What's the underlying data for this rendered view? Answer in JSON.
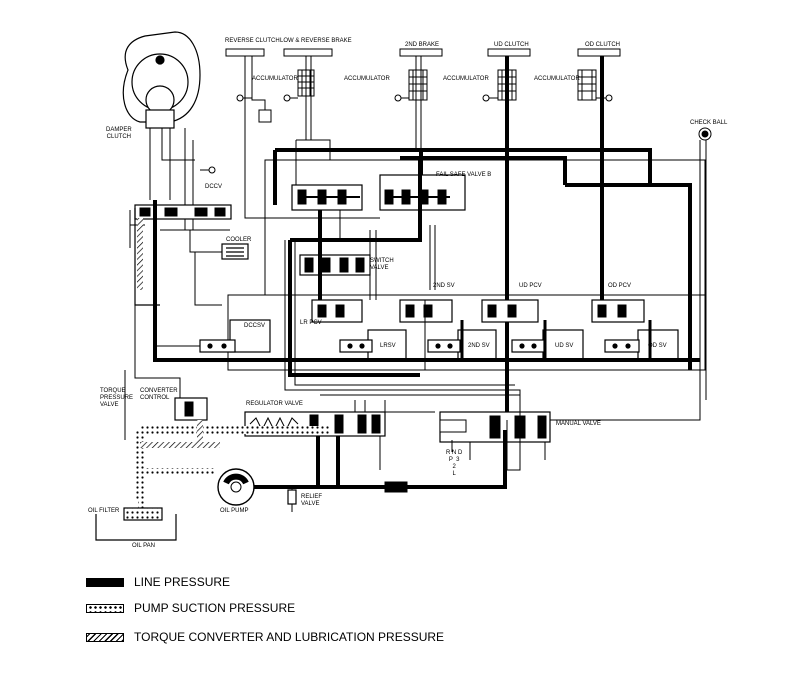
{
  "labels": {
    "reverse_clutch": "REVERSE CLUTCH",
    "low_reverse_brake": "LOW & REVERSE BRAKE",
    "second_brake": "2ND BRAKE",
    "ud_clutch": "UD CLUTCH",
    "od_clutch": "OD CLUTCH",
    "accumulator": "ACCUMULATOR",
    "check_ball": "CHECK BALL",
    "damper_clutch": "DAMPER\nCLUTCH",
    "dccv": "DCCV",
    "fail_safe_valve_b": "FAIL SAFE VALVE B",
    "cooler": "COOLER",
    "switch_valve": "SWITCH\nVALVE",
    "second_sv_top": "2ND SV",
    "ud_pcv": "UD PCV",
    "od_pcv": "OD PCV",
    "dccsv": "DCCSV",
    "lr_pcv": "LR PCV",
    "lrsv": "LRSV",
    "second_sv": "2ND SV",
    "ud_sv": "UD SV",
    "od_sv": "OD SV",
    "torque_pressure_valve": "TORQUE\nPRESSURE\nVALVE",
    "converter_control": "CONVERTER\nCONTROL",
    "regulator_valve": "REGULATOR VALVE",
    "manual_valve": "MANUAL VALVE",
    "shift_positions": "R N D\nP  3\n2\nL",
    "oil_filter": "OIL FILTER",
    "oil_pump": "OIL PUMP",
    "relief_valve": "RELIEF\nVALVE",
    "oil_pan": "OIL PAN"
  },
  "legend": {
    "line_pressure": "LINE PRESSURE",
    "pump_suction": "PUMP SUCTION PRESSURE",
    "torque_converter": "TORQUE CONVERTER AND LUBRICATION PRESSURE"
  },
  "colors": {
    "ink": "#000000",
    "background": "#ffffff"
  }
}
